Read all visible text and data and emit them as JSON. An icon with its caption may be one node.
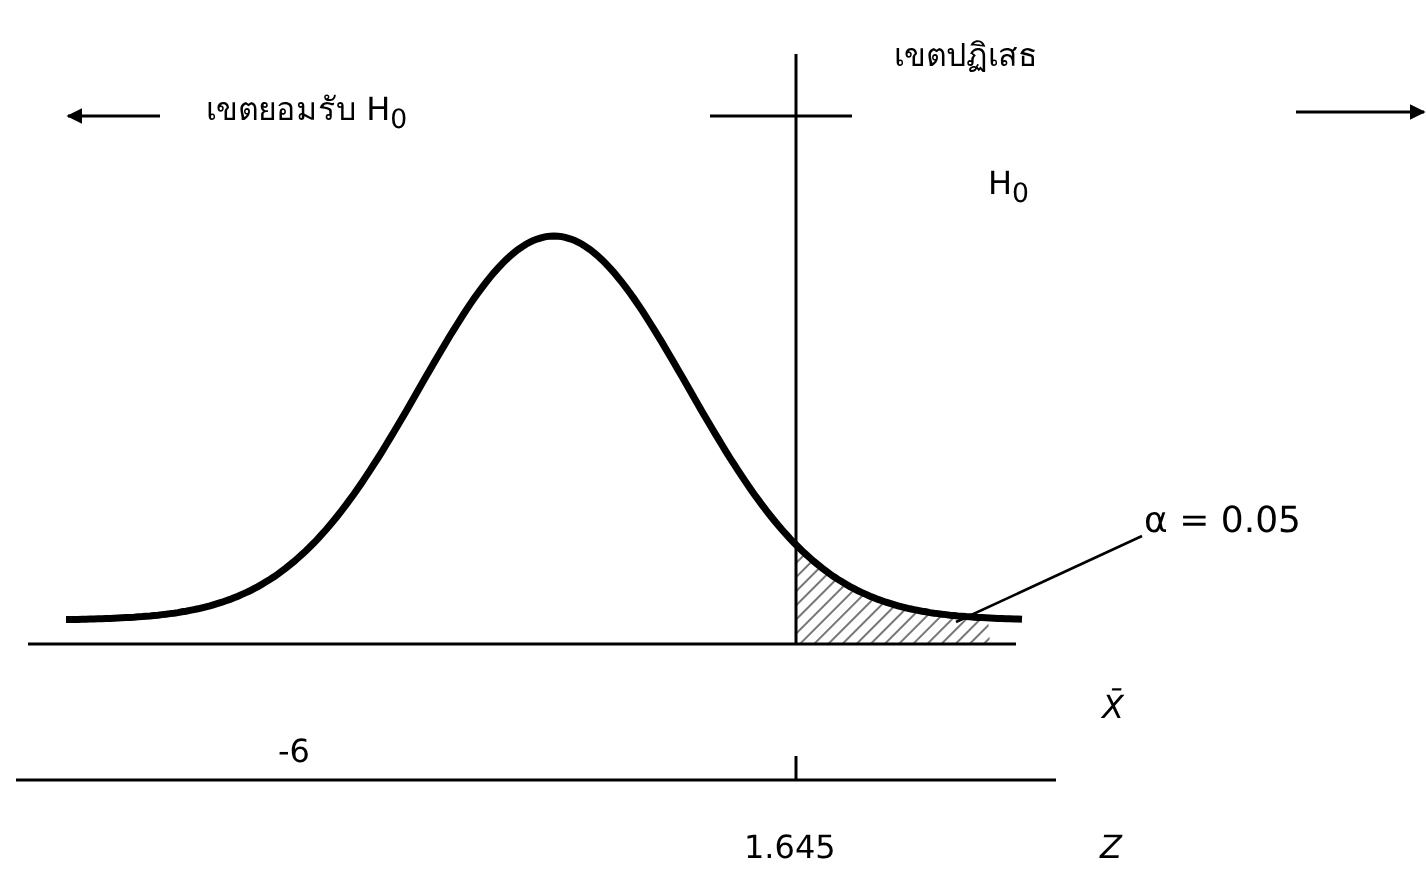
{
  "diagram": {
    "nodes": [
      {
        "text": [
          "α = 0.05"
        ]
      },
      {
        "text": [],
        "shape": "region"
      }
    ],
    "edges": [
      {
        "from": 0,
        "to": 1,
        "arrow": "none"
      }
    ],
    "labels": [
      "เขตยอมรับ H$_{0}$",
      "เขตปฏิเสธ",
      "H$_{0}$",
      "X̄",
      "-6",
      "1.645",
      "Z"
    ]
  }
}
